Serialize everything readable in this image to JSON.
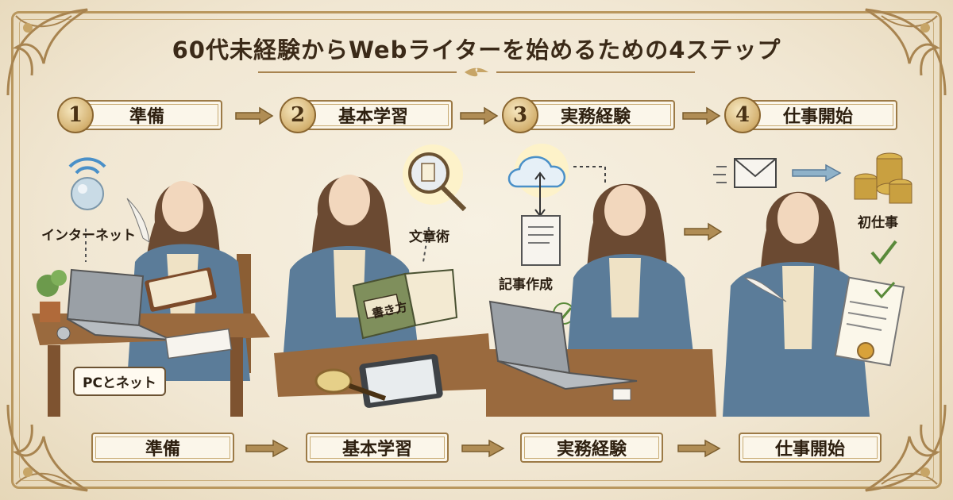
{
  "title": "60代未経験からWebライターを始めるための4ステップ",
  "steps": [
    {
      "number": "1",
      "label": "準備"
    },
    {
      "number": "2",
      "label": "基本学習"
    },
    {
      "number": "3",
      "label": "実務経験"
    },
    {
      "number": "4",
      "label": "仕事開始"
    }
  ],
  "bottom_steps": [
    "準備",
    "基本学習",
    "実務経験",
    "仕事開始"
  ],
  "annotations": {
    "internet": "インターネット",
    "pc_and_net": "PCとネット",
    "writing_skill": "文章術",
    "book_title": "書き方",
    "article_creation": "記事作成",
    "first_job": "初仕事"
  },
  "colors": {
    "parchment": "#f4ecda",
    "gold": "#b9975e",
    "robe_blue": "#5b7c99",
    "ink": "#2e2010"
  }
}
